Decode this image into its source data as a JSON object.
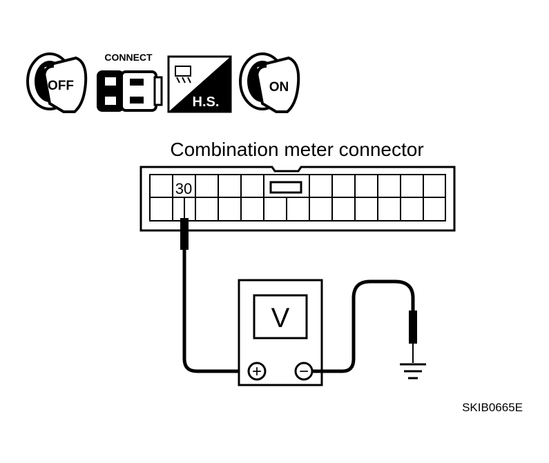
{
  "icons": {
    "key_off": "OFF",
    "connect": "CONNECT",
    "hs": "H.S.",
    "key_on": "ON"
  },
  "diagram": {
    "title": "Combination meter connector",
    "terminal": "30",
    "meter_symbol": "V",
    "positive": "+",
    "negative": "−",
    "code": "SKIB0665E"
  }
}
